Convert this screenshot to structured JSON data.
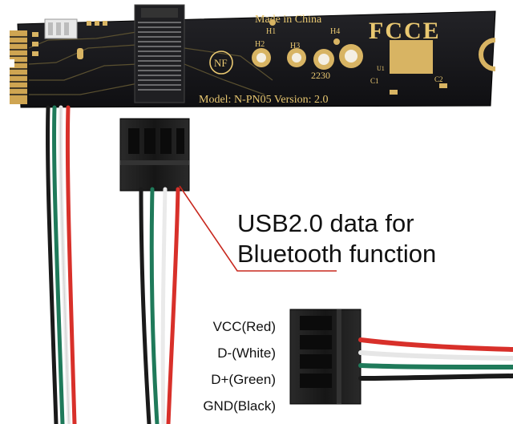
{
  "board": {
    "made_in": "Made in China",
    "fcc_mark": "FCCE",
    "nf_mark": "NF",
    "model": "Model: N-PN05 Version: 2.0",
    "size": "2230",
    "holes": [
      "H1",
      "H2",
      "H3",
      "H4"
    ],
    "parts": [
      "U1",
      "C1",
      "C2"
    ]
  },
  "callout": {
    "line1": "USB2.0 data for",
    "line2": "Bluetooth function"
  },
  "pins": [
    {
      "label": "VCC(Red)",
      "color": "#d8302a"
    },
    {
      "label": "D-(White)",
      "color": "#f2f2f2"
    },
    {
      "label": "D+(Green)",
      "color": "#1f7a5a"
    },
    {
      "label": "GND(Black)",
      "color": "#1a1a1a"
    }
  ],
  "colors": {
    "pcb": "#16161a",
    "gold": "#d8b463",
    "connector": "#1c1c1c",
    "leader": "#c8281e"
  }
}
